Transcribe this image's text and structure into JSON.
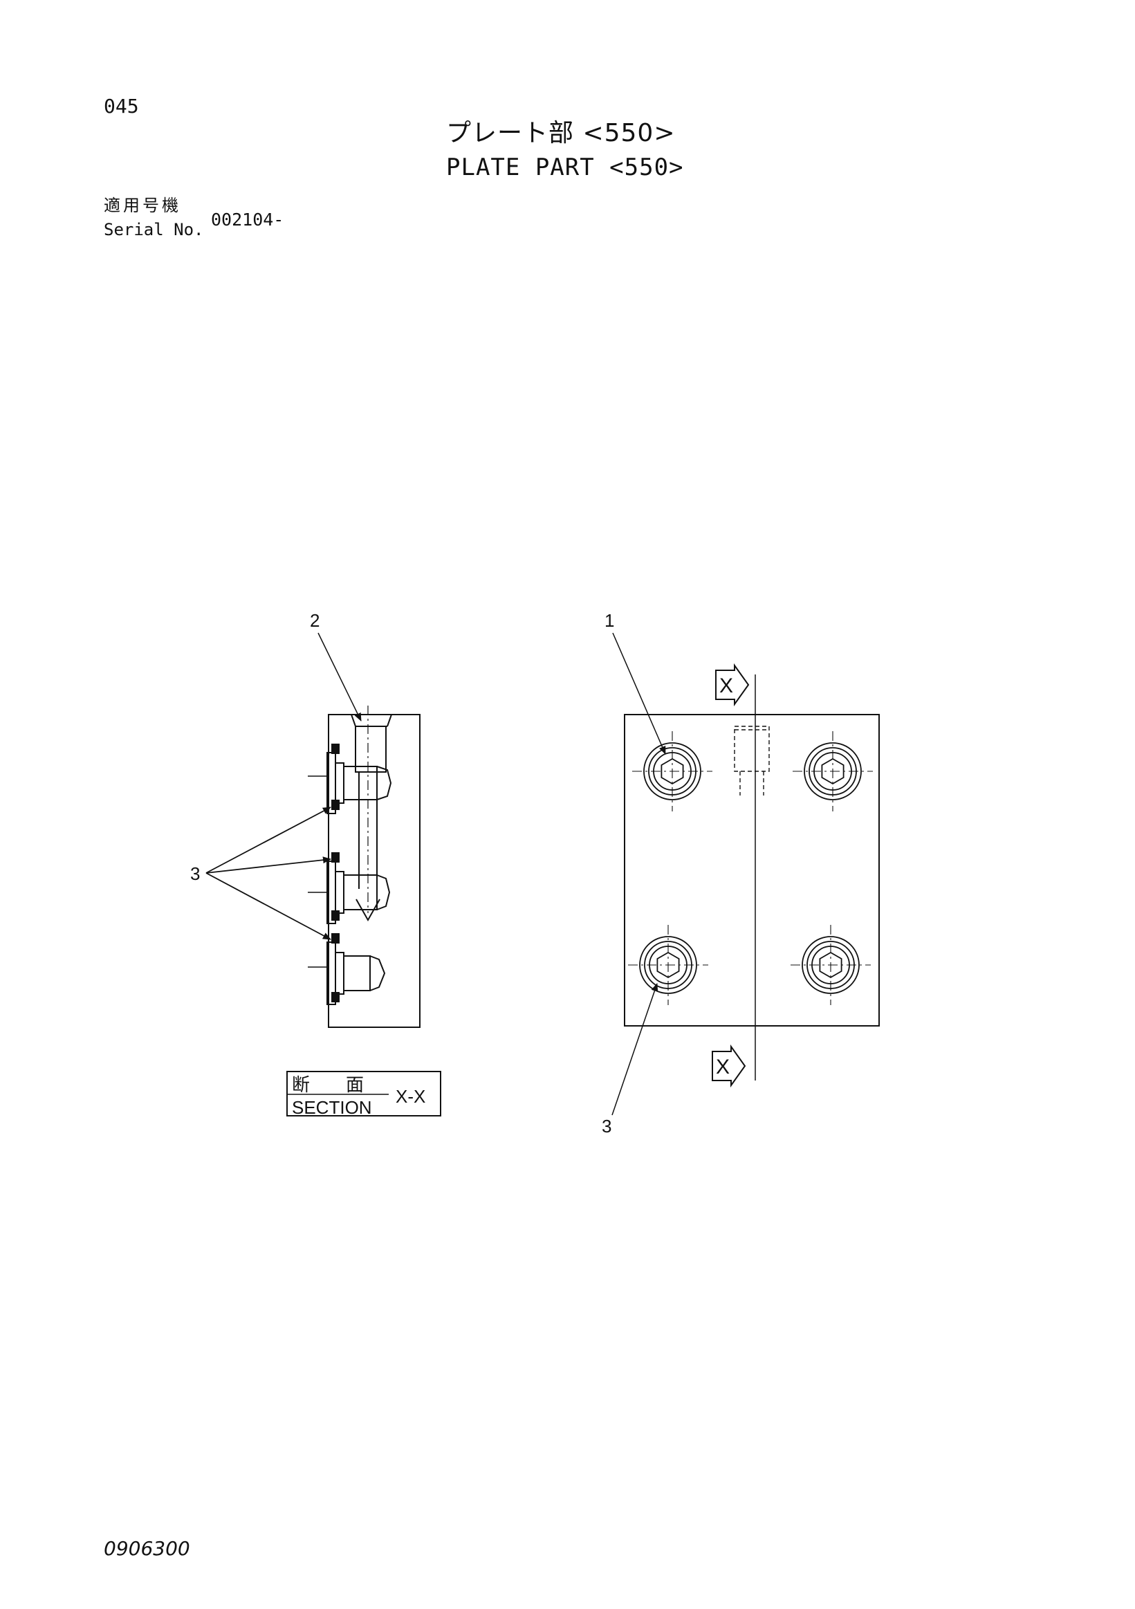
{
  "header": {
    "page_number": "045",
    "title_jp": "プレート部 <550>",
    "title_en": "PLATE PART <550>",
    "serial_label_jp": "適用号機",
    "serial_label_en": "Serial No.",
    "serial_value": "002104-"
  },
  "callouts": {
    "item_2": "2",
    "item_1": "1",
    "item_3_left": "3",
    "item_3_right": "3"
  },
  "section_markers": {
    "top_letter": "X",
    "bottom_letter": "X"
  },
  "section_label": {
    "jp": "断　　面",
    "en": "SECTION",
    "view": "X-X"
  },
  "footer": {
    "doc_code": "0906300"
  }
}
